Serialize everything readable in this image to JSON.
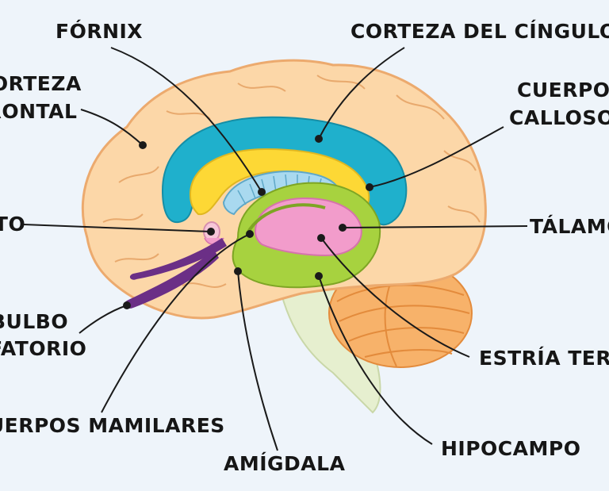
{
  "labels": {
    "fornix": "FÓRNIX",
    "corteza_cingulo": "CORTEZA DEL CÍNGULO",
    "corteza_prefrontal_1": "CORTEZA",
    "corteza_prefrontal_2": "FRONTAL",
    "cuerpo_calloso_1": "CUERPO",
    "cuerpo_calloso_2": "CALLOSO",
    "septo": "SEPTO",
    "talamo": "TÁLAMO",
    "bulbo_olfatorio_1": "BULBO",
    "bulbo_olfatorio_2": "OLFATORIO",
    "estria_terminal": "ESTRÍA TERMINAL",
    "cuerpos_mamilares": "CUERPOS MAMILARES",
    "hipocampo": "HIPOCAMPO",
    "amigdala": "AMÍGDALA"
  },
  "colors": {
    "background": "#eef4fa",
    "cortex": "#fcd7a8",
    "cortex_outline": "#ecaa6e",
    "cingulate": "#1fb0cc",
    "corpus_callosum": "#fdd835",
    "fornix": "#a9d9ef",
    "limbic_green": "#a7d23f",
    "thalamus": "#f29ccb",
    "cerebellum": "#f4a460",
    "olfactory": "#6b2f86",
    "brainstem": "#e6efcf"
  }
}
